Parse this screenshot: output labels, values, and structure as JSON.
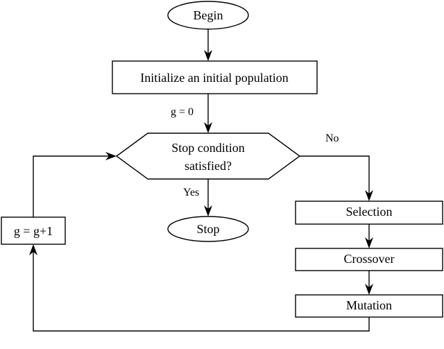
{
  "nodes": {
    "begin": "Begin",
    "initialize": "Initialize an initial population",
    "decision_line1": "Stop condition",
    "decision_line2": "satisfied?",
    "stop": "Stop",
    "selection": "Selection",
    "crossover": "Crossover",
    "mutation": "Mutation",
    "increment": "g = g+1"
  },
  "edge_labels": {
    "init_value": "g = 0",
    "yes": "Yes",
    "no": "No"
  }
}
